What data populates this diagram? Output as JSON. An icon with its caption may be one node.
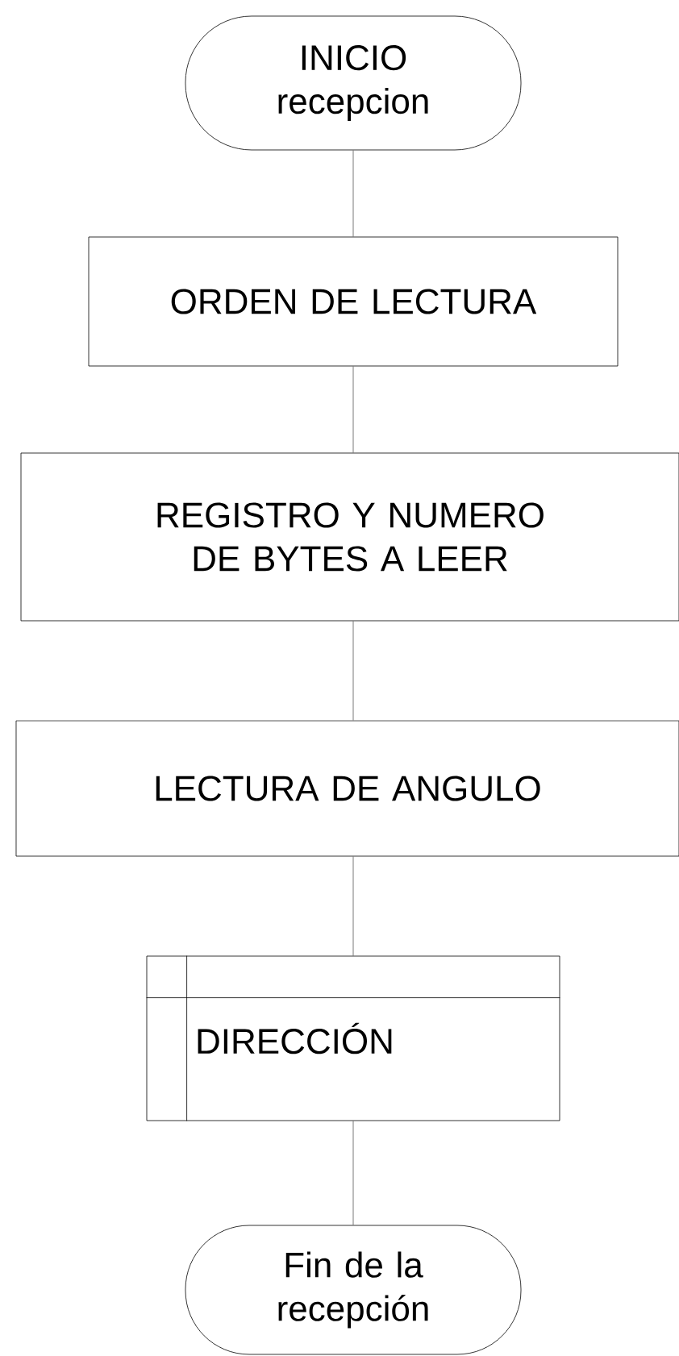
{
  "diagram": {
    "nodes": [
      {
        "text": [
          "INICIO recepcion"
        ]
      },
      {
        "text": [
          "ORDEN DE LECTURA"
        ]
      },
      {
        "text": [
          "REGISTRO Y NUMERO DE BYTES A LEER"
        ]
      },
      {
        "text": [
          "LECTURA DE ANGULO"
        ]
      },
      {
        "text": [
          "DIRECCIÓN"
        ]
      },
      {
        "text": [
          "Fin de la recepción"
        ]
      }
    ],
    "edges": [
      {
        "from": 0,
        "to": 1,
        "arrow": "none"
      },
      {
        "from": 1,
        "to": 2,
        "arrow": "none"
      },
      {
        "from": 2,
        "to": 3,
        "arrow": "none"
      },
      {
        "from": 3,
        "to": 4,
        "arrow": "none"
      },
      {
        "from": 4,
        "to": 5,
        "arrow": "none"
      }
    ]
  }
}
